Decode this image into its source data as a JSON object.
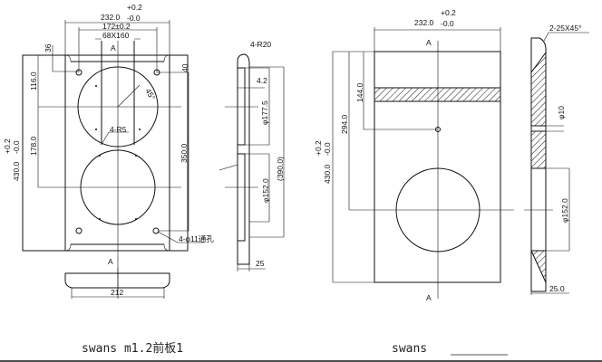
{
  "front_view_1": {
    "width_dim": "232.0",
    "width_tol_plus": "+0.2",
    "width_tol_minus": "-0.0",
    "hole_spacing": "172±0.2",
    "slot": "68X160",
    "dim_36": "36",
    "dim_40": "40",
    "dim_116": "116.0",
    "dim_178": "178.0",
    "dim_350": "350.0",
    "height_dim": "430.0",
    "height_tol_plus": "+0.2",
    "height_tol_minus": "-0.0",
    "angle": "45°",
    "radius_note": "4-R5",
    "hole_note": "4-φ11通孔",
    "section_mark": "A",
    "bottom_width": "212"
  },
  "side_view_1": {
    "radius_note": "4-R20",
    "dim_4_2": "4.2",
    "dia_177": "φ177.5",
    "dim_390": "(390.0)",
    "dia_152": "φ152.0",
    "thickness": "25"
  },
  "front_view_2": {
    "width_dim": "232.0",
    "width_tol_plus": "+0.2",
    "width_tol_minus": "-0.0",
    "dim_144": "144.0",
    "dim_294": "294.0",
    "height_dim": "430.0",
    "height_tol_plus": "+0.2",
    "height_tol_minus": "-0.0",
    "section_mark": "A"
  },
  "side_view_2": {
    "chamfer_note": "2-25X45°",
    "dia_10": "φ10",
    "dia_152": "φ152.0",
    "thickness": "25.0"
  },
  "captions": {
    "left": "swans m1.2前板1",
    "right": "swans"
  }
}
